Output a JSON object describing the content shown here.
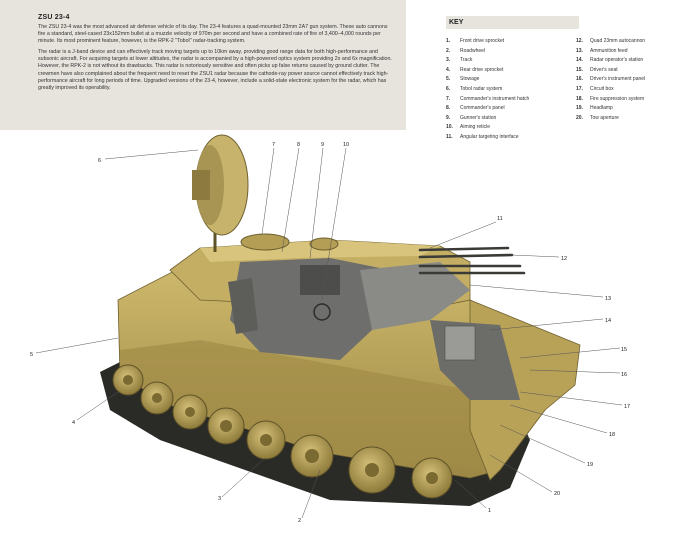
{
  "intro": {
    "title": "ZSU 23-4",
    "paragraphs": [
      "The ZSU 23-4 was the most advanced air defense vehicle of its day. The 23-4 features a quad-mounted 23mm 2A7 gun system. These auto cannons fire a standard, steel-cased 23x152mm bullet at a muzzle velocity of 970m per second and have a combined rate of fire of 3,400–4,000 rounds per minute. Its most prominent feature, however, is the RPK-2 \"Tobol\" radar-tracking system.",
      "The radar is a J-band device and can effectively track moving targets up to 10km away, providing good range data for both high-performance and subsonic aircraft. For acquiring targets at lower altitudes, the radar is accompanied by a high-powered optics system providing 2x and 6x magnification. However, the RPK-2 is not without its drawbacks. This radar is notoriously sensitive and often picks up false returns caused by ground clutter. The crewmen have also complained about the frequent need to reset the ZSU1 radar because the cathode-ray power source cannot effectively track high-performance aircraft for long periods of time. Upgraded versions of the 23-4, however, include a solid-state electronic system for the radar, which has greatly improved its operability."
    ]
  },
  "key": {
    "title": "KEY",
    "col1": [
      {
        "n": "1.",
        "label": "Front drive sprocket"
      },
      {
        "n": "2.",
        "label": "Roadwheel"
      },
      {
        "n": "3.",
        "label": "Track"
      },
      {
        "n": "4.",
        "label": "Rear drive sprocket"
      },
      {
        "n": "5.",
        "label": "Stowage"
      },
      {
        "n": "6.",
        "label": "Tobol radar system"
      },
      {
        "n": "7.",
        "label": "Commander's instrument hatch"
      },
      {
        "n": "8.",
        "label": "Commander's panel"
      },
      {
        "n": "9.",
        "label": "Gunner's station"
      },
      {
        "n": "10.",
        "label": "Aiming reticle"
      },
      {
        "n": "11.",
        "label": "Angular targeting interface"
      }
    ],
    "col2": [
      {
        "n": "12.",
        "label": "Quad 23mm autocannon"
      },
      {
        "n": "13.",
        "label": "Ammunition feed"
      },
      {
        "n": "14.",
        "label": "Radar operator's station"
      },
      {
        "n": "15.",
        "label": "Driver's seat"
      },
      {
        "n": "16.",
        "label": "Driver's instrument panel"
      },
      {
        "n": "17.",
        "label": "Circuit box"
      },
      {
        "n": "18.",
        "label": "Fire suppression system"
      },
      {
        "n": "19.",
        "label": "Headlamp"
      },
      {
        "n": "20.",
        "label": "Tow aperture"
      }
    ]
  },
  "callouts": [
    "1",
    "2",
    "3",
    "4",
    "5",
    "6",
    "7",
    "8",
    "9",
    "10",
    "11",
    "12",
    "13",
    "14",
    "15",
    "16",
    "17",
    "18",
    "19",
    "20"
  ],
  "colors": {
    "panel": "#e6e4dd",
    "hull": "#b9a257",
    "hull_dark": "#8c7a3e",
    "track": "#2a2a26",
    "interior": "#6e6e6c"
  }
}
